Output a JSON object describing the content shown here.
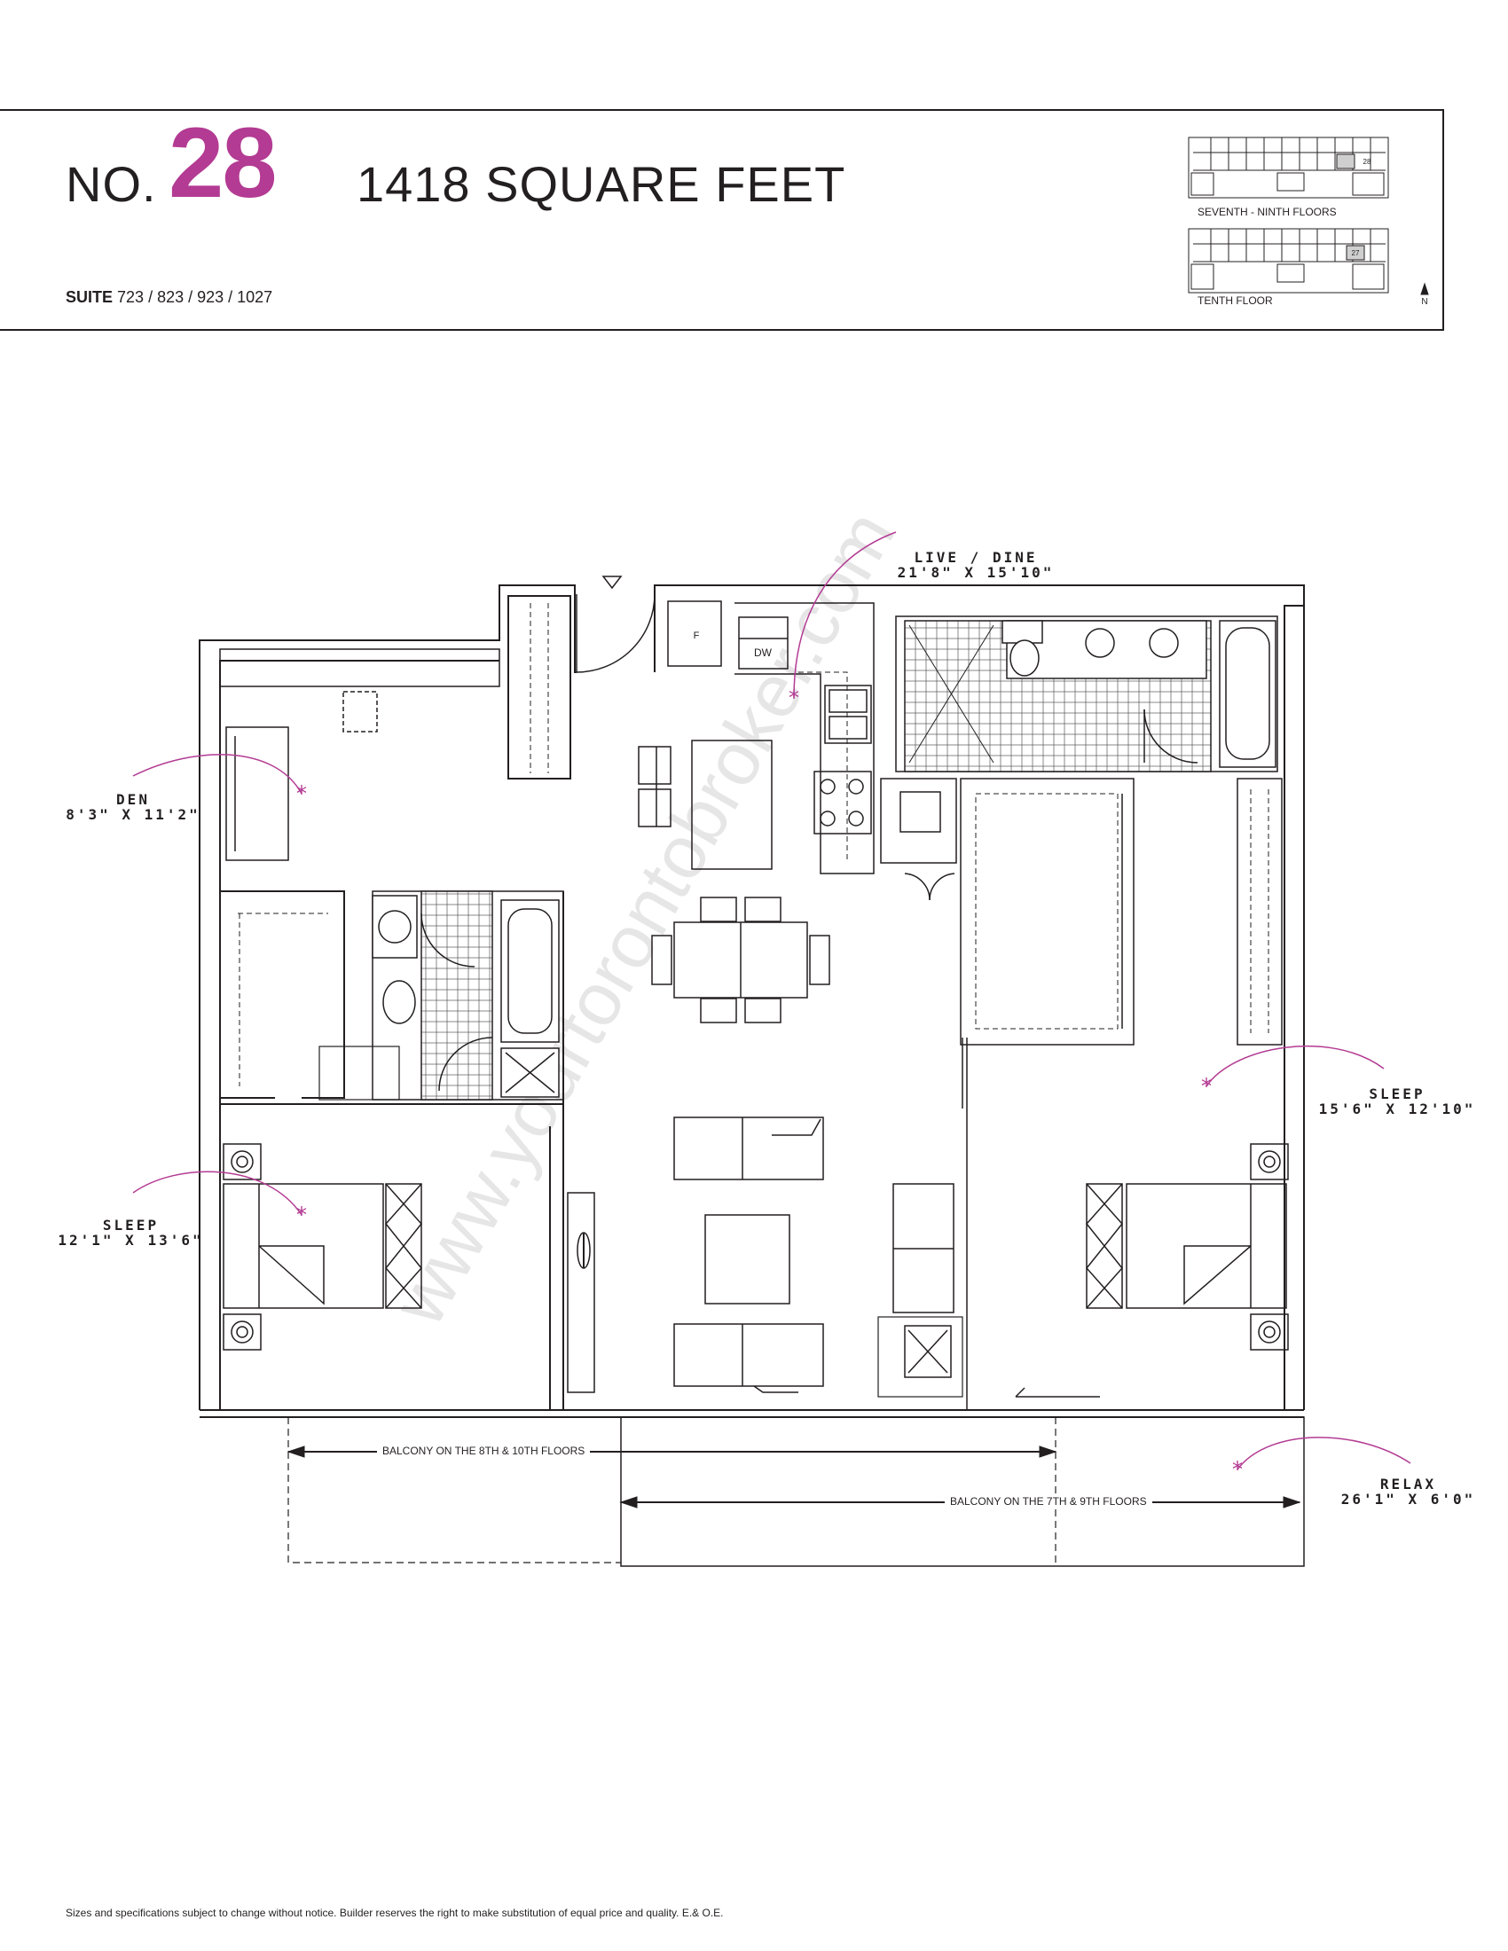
{
  "header": {
    "prefix": "NO.",
    "number": "28",
    "area": "1418 SQUARE FEET",
    "suite_label": "SUITE",
    "suite_numbers": "723 / 823 / 923 / 1027"
  },
  "keyplan": {
    "upper_label": "SEVENTH - NINTH FLOORS",
    "lower_label": "TENTH FLOOR",
    "north": "N",
    "upper_unit": "28",
    "lower_unit": "27"
  },
  "rooms": {
    "live_dine": {
      "name": "LIVE / DINE",
      "size": "21'8\" X 15'10\""
    },
    "den": {
      "name": "DEN",
      "size": "8'3\" X 11'2\""
    },
    "sleep_left": {
      "name": "SLEEP",
      "size": "12'1\" X 13'6\""
    },
    "sleep_right": {
      "name": "SLEEP",
      "size": "15'6\" X 12'10\""
    },
    "relax": {
      "name": "RELAX",
      "size": "26'1\" X 6'0\""
    }
  },
  "fixtures": {
    "fridge": "F",
    "dishwasher": "DW"
  },
  "balcony": {
    "upper": "BALCONY ON THE 8TH & 10TH FLOORS",
    "lower": "BALCONY ON THE 7TH & 9TH FLOORS"
  },
  "watermark": "www.yourtorontobroker.com",
  "footer": "Sizes and specifications subject to change without notice. Builder reserves the right to make substitution of equal price and quality. E.& O.E.",
  "colors": {
    "accent": "#b33b93",
    "line": "#231f20"
  }
}
